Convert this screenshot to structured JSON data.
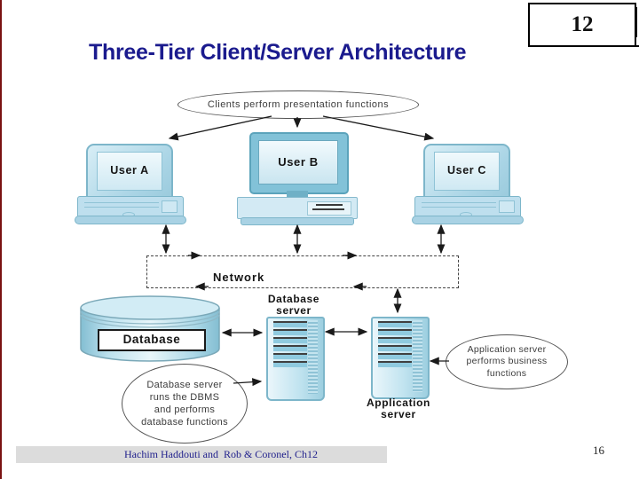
{
  "slide": {
    "title": "Three-Tier Client/Server Architecture",
    "slide_number": "12",
    "footer": "Hachim Haddouti and  Rob & Coronel, Ch12",
    "page_number": "16"
  },
  "diagram": {
    "clients_ellipse": "Clients perform presentation functions",
    "users": [
      {
        "label": "User A"
      },
      {
        "label": "User B"
      },
      {
        "label": "User C"
      }
    ],
    "network_label": "Network",
    "database_label": "Database",
    "db_server_label_lines": [
      "Database",
      "server"
    ],
    "app_server_label_lines": [
      "Application",
      "server"
    ],
    "db_ellipse_lines": [
      "Database server",
      "runs the DBMS",
      "and performs",
      "database functions"
    ],
    "app_ellipse_lines": [
      "Application server",
      "performs business",
      "functions"
    ]
  },
  "colors": {
    "title_navy": "#1b1b8e",
    "accent_red": "#7a1212",
    "device_blue": "#a9d4e5",
    "device_border_blue": "#7db6ca",
    "footer_gray": "#dcdcdc",
    "footer_text_navy": "#1f1f8c"
  }
}
